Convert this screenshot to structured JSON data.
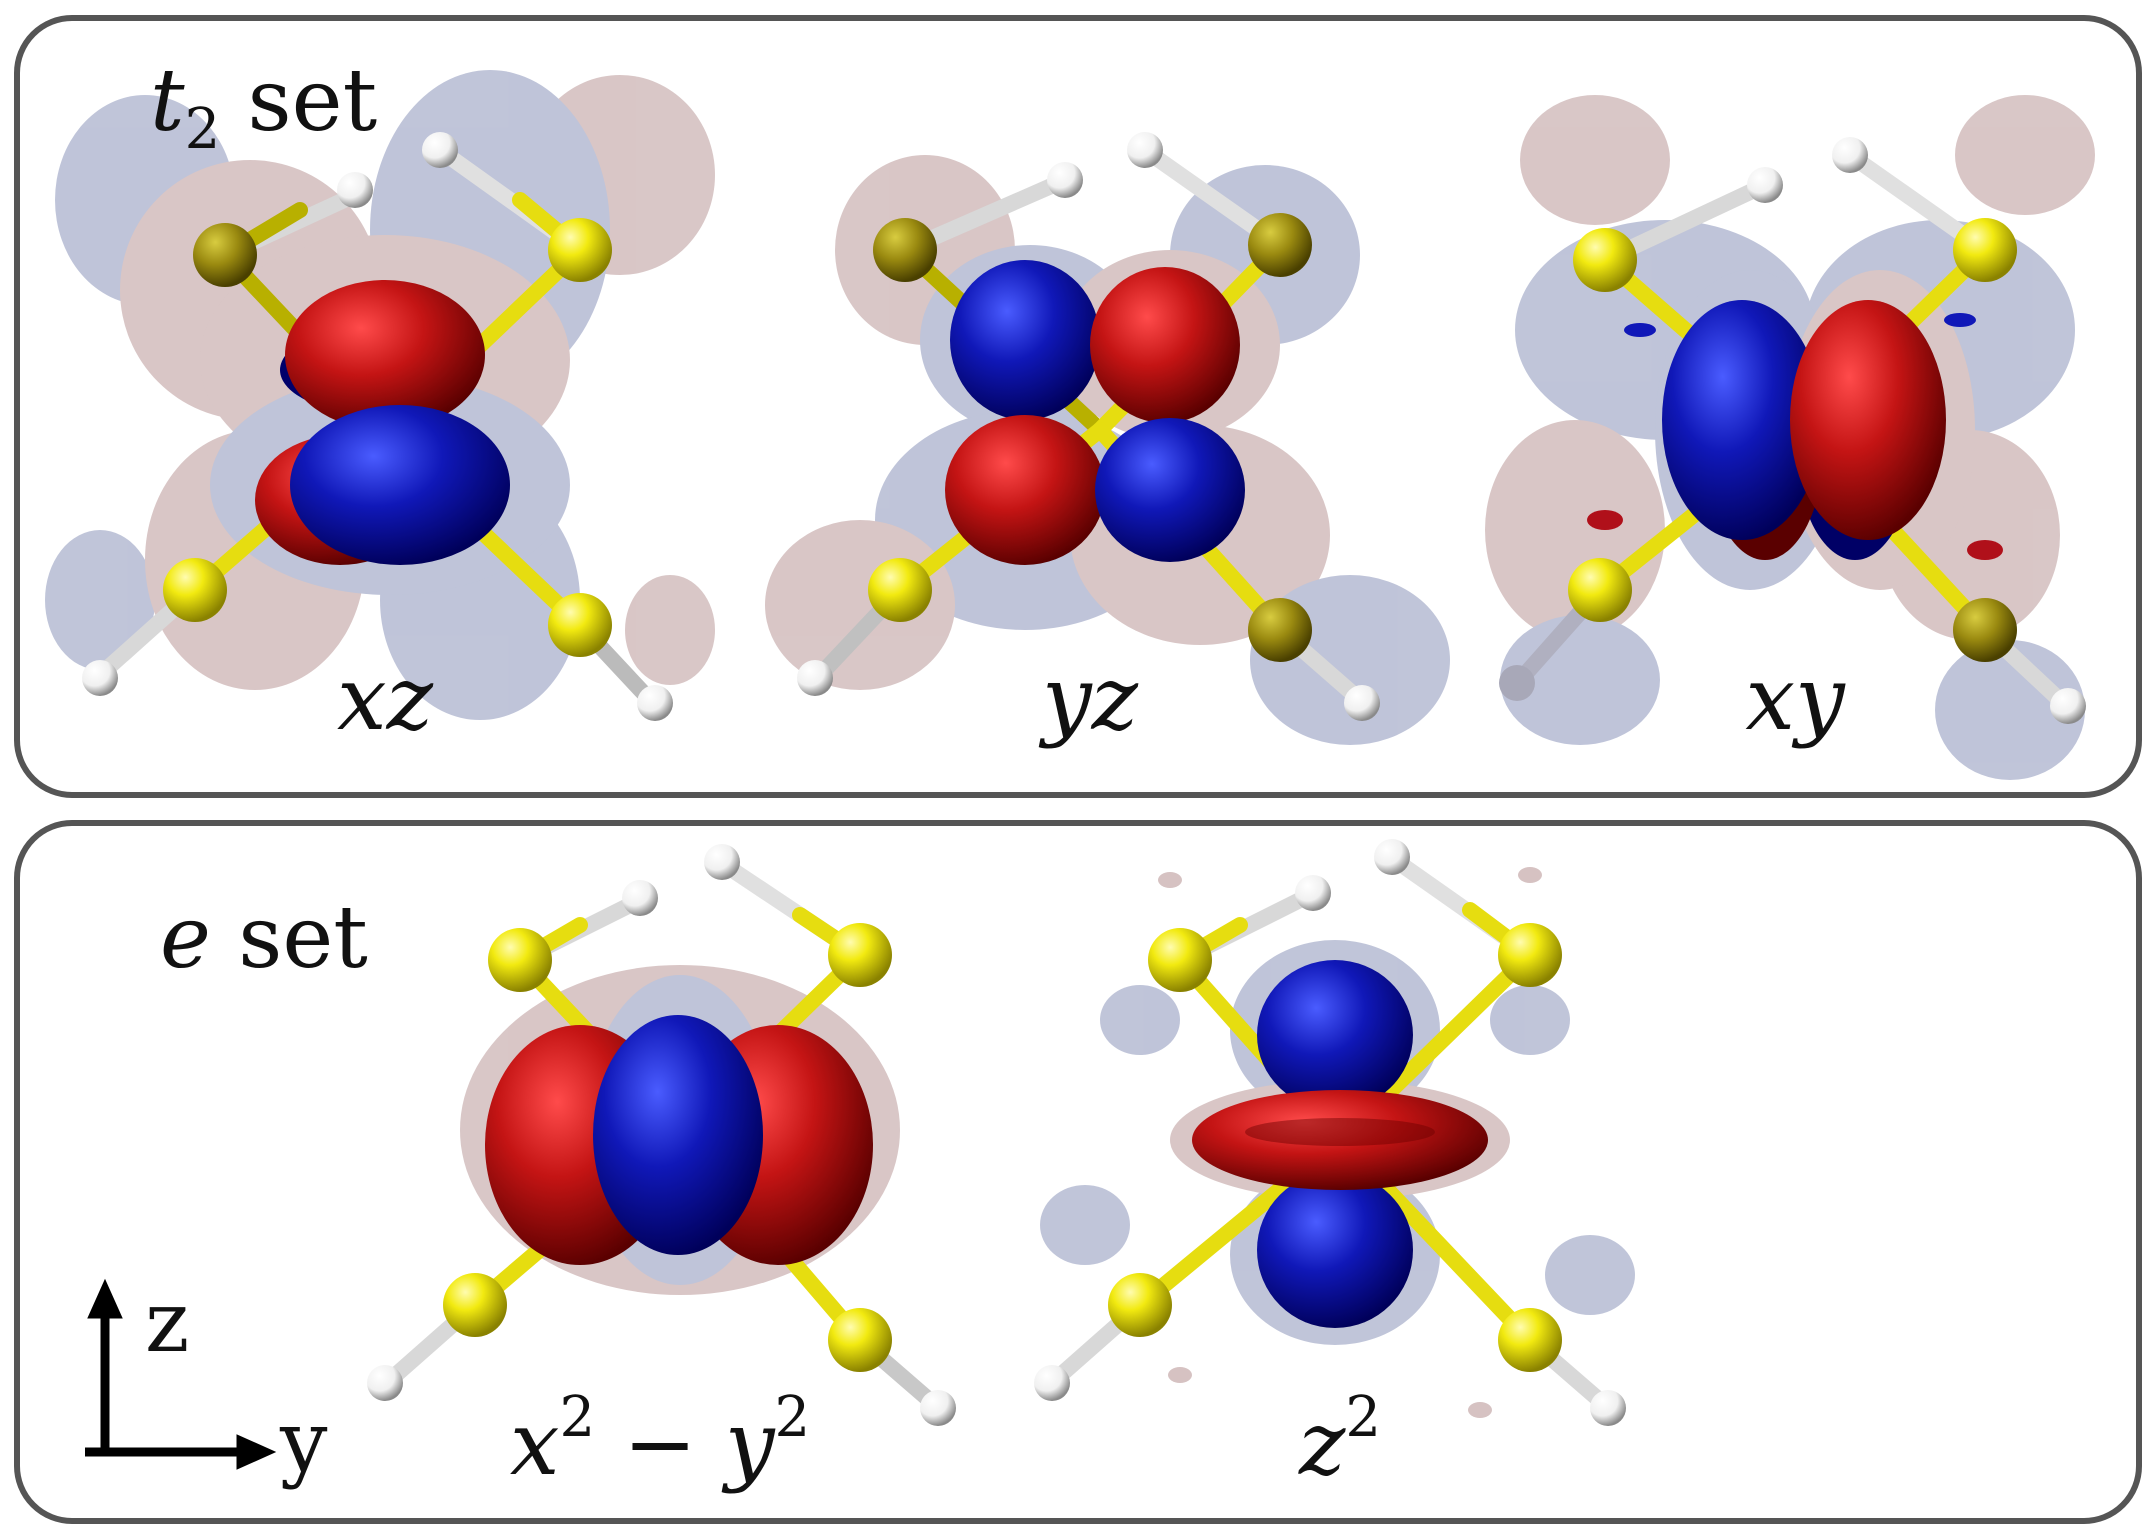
{
  "top_panel": {
    "title_symbol": "t",
    "title_subscript": "2",
    "title_word": "set",
    "labels": [
      {
        "id": "xz",
        "text": "xz"
      },
      {
        "id": "yz",
        "text": "yz"
      },
      {
        "id": "xy",
        "text": "xy"
      }
    ]
  },
  "bottom_panel": {
    "title_symbol": "e",
    "title_word": "set",
    "labels": [
      {
        "id": "x2y2",
        "base1": "x",
        "sup1": "2",
        "minus": "−",
        "base2": "y",
        "sup2": "2"
      },
      {
        "id": "z2",
        "base1": "z",
        "sup1": "2"
      }
    ]
  },
  "axes": {
    "vertical_label": "z",
    "horizontal_label": "y"
  },
  "colors": {
    "positive_lobe": "#b0101a",
    "negative_lobe": "#101aa8",
    "sulfur_atom": "#e8e000",
    "hydrogen_atom": "#ffffff",
    "bond": "#e6dd10",
    "panel_border": "#555555"
  }
}
